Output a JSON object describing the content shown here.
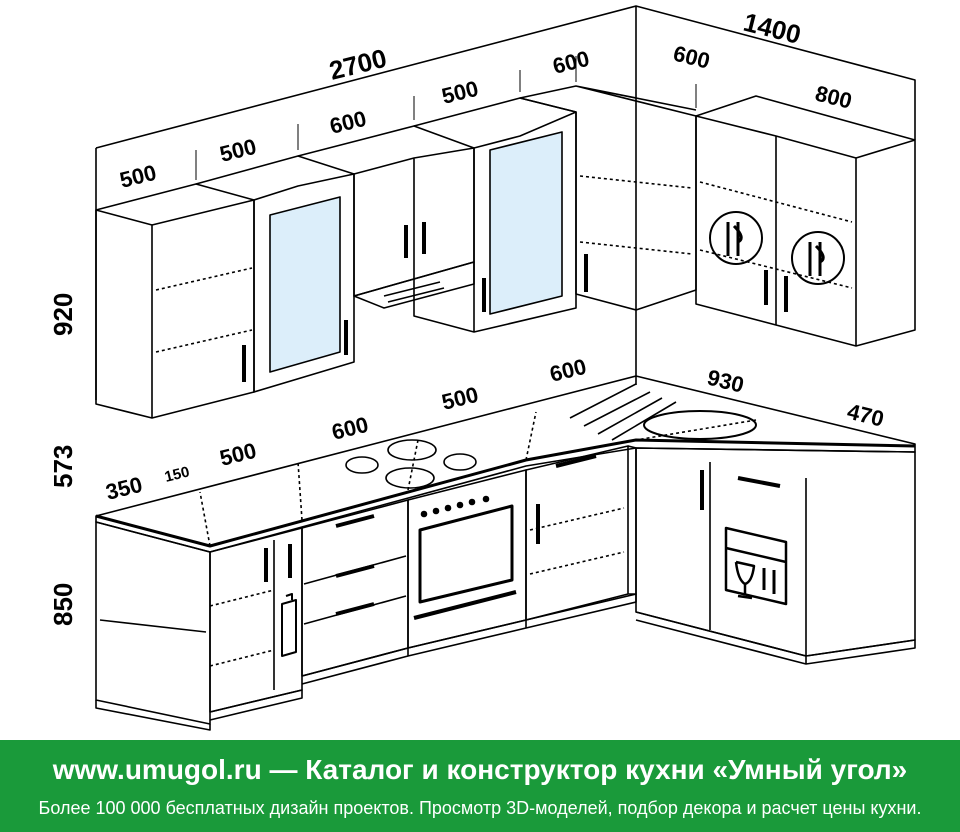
{
  "dimensions": {
    "top_total_left": "2700",
    "top_total_right": "1400",
    "upper_left_1": "500",
    "upper_left_2": "500",
    "upper_left_3": "600",
    "upper_left_4": "500",
    "upper_corner_a": "600",
    "upper_corner_b": "600",
    "upper_right": "800",
    "height_upper": "920",
    "height_gap": "573",
    "height_lower": "850",
    "lower_350": "350",
    "lower_150": "150",
    "lower_500a": "500",
    "lower_600": "600",
    "lower_500b": "500",
    "lower_600_corner": "600",
    "lower_930": "930",
    "lower_470": "470"
  },
  "banner": {
    "url": "www.umugol.ru",
    "separator": "—",
    "headline": "Каталог и конструктор кухни «Умный угол»",
    "subline": "Более 100 000 бесплатных дизайн проектов. Просмотр 3D-моделей, подбор декора и расчет цены кухни."
  },
  "colors": {
    "banner_background": "#1a9a3a",
    "glass": "#dceefa",
    "line": "#000000"
  }
}
